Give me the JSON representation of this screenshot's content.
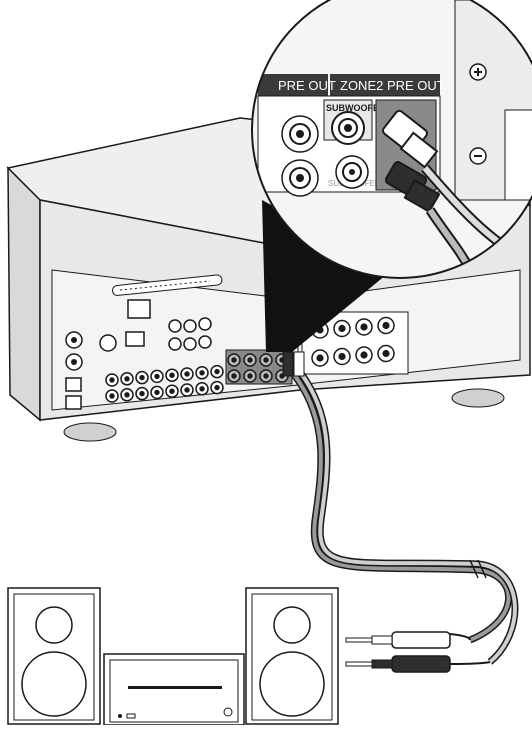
{
  "zoom": {
    "pre_out_label": "PRE OUT",
    "zone2_pre_out_label": "ZONE2 PRE OUT",
    "subwoofer_label": "SUBWOOFER",
    "subwoofer_bottom_label": "SUBWOOFER",
    "plus_symbol": "⊕",
    "minus_symbol": "⊖"
  },
  "colors": {
    "line": "#1a1a1a",
    "receiver_body": "#e6e6e6",
    "receiver_panel": "#f2f2f2",
    "label_band": "#3a3a3a",
    "highlight_jack": "#7a7a7a",
    "cable_gray": "#9a9a9a",
    "plug_dark": "#2e2e2e"
  }
}
